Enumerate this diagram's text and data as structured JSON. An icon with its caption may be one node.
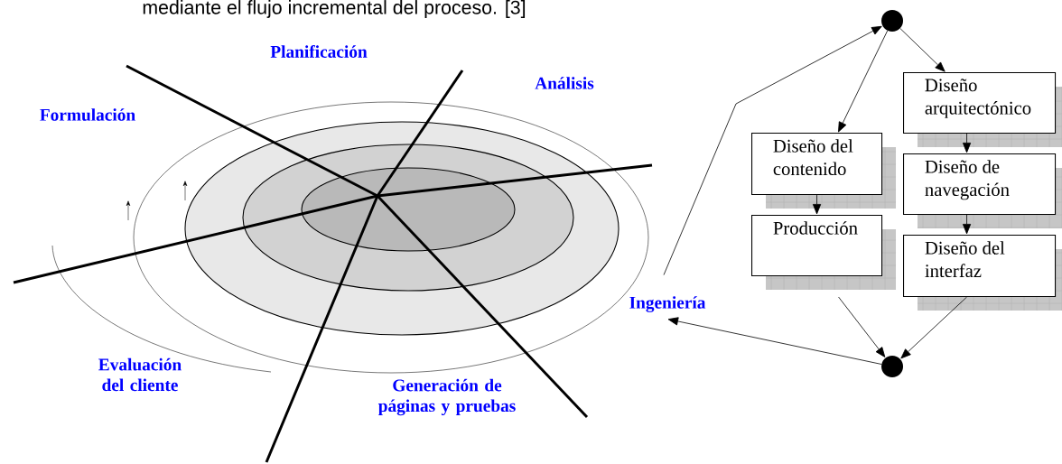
{
  "diagram": {
    "nodes": [
      {
        "text": [],
        "shape": "circle"
      },
      {
        "text": [
          "Diseño arquitectónico"
        ]
      },
      {
        "text": [
          "Diseño del contenido"
        ]
      },
      {
        "text": [
          "Diseño de navegación"
        ]
      },
      {
        "text": [
          "Producción"
        ]
      },
      {
        "text": [
          "Diseño del interfaz"
        ]
      },
      {
        "text": [],
        "shape": "circle"
      },
      {
        "text": [
          "Ingeniería"
        ]
      }
    ],
    "edges": [
      {
        "from": 0,
        "to": 1,
        "arrow": "to"
      },
      {
        "from": 0,
        "to": 2,
        "arrow": "to"
      },
      {
        "from": 1,
        "to": 3,
        "arrow": "to"
      },
      {
        "from": 2,
        "to": 4,
        "arrow": "to"
      },
      {
        "from": 3,
        "to": 5,
        "arrow": "to"
      },
      {
        "from": 4,
        "to": 6,
        "arrow": "to"
      },
      {
        "from": 5,
        "to": 6,
        "arrow": "to"
      },
      {
        "from": 6,
        "to": 7,
        "arrow": "to"
      },
      {
        "from": 7,
        "to": 0,
        "arrow": "to"
      }
    ],
    "labels": [
      "mediante el flujo incremental del proceso. [3]",
      "Planificación",
      "Análisis",
      "Formulación",
      "Evaluación del cliente",
      "Generación de páginas y pruebas"
    ]
  }
}
